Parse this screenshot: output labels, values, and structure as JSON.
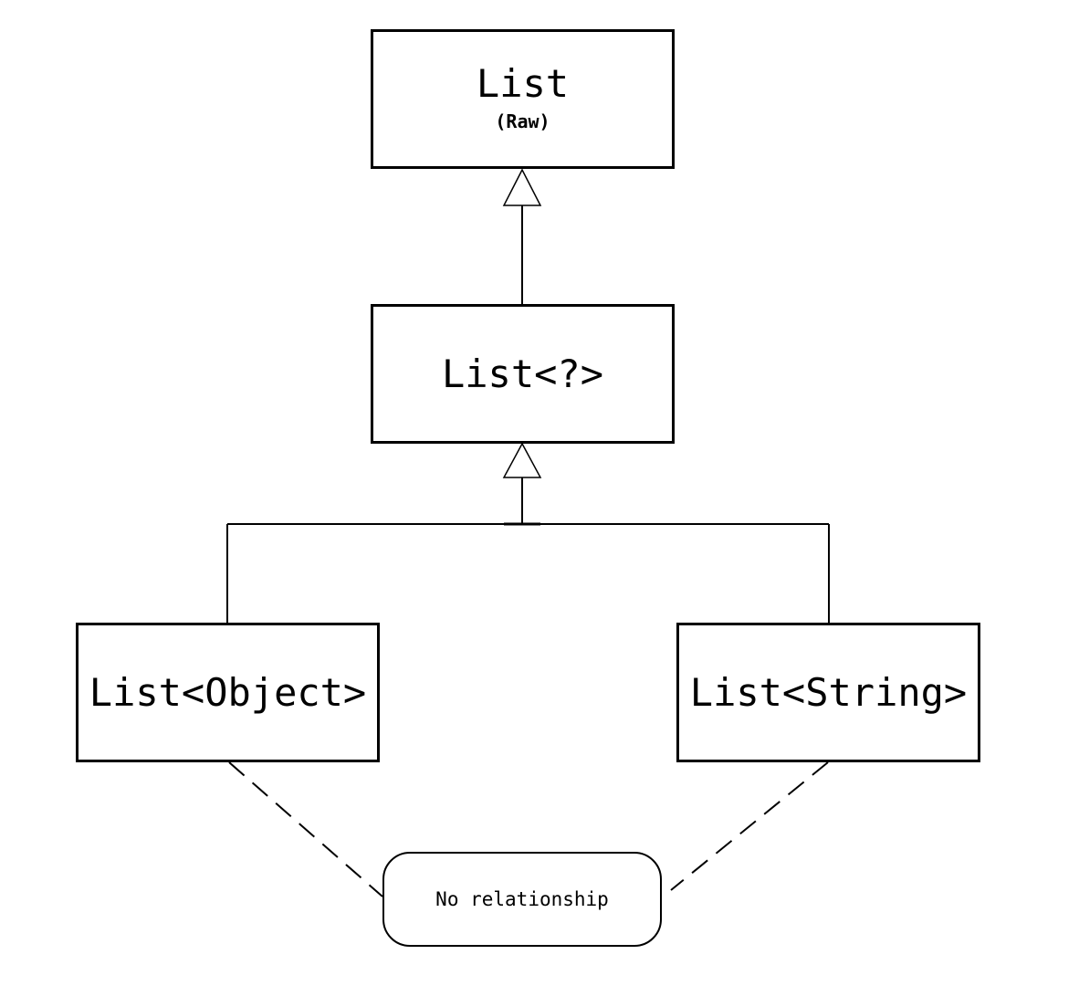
{
  "diagram": {
    "nodes": {
      "raw": {
        "label": "List",
        "sublabel": "(Raw)"
      },
      "wildcard": {
        "label": "List<?>"
      },
      "object": {
        "label": "List<Object>"
      },
      "string": {
        "label": "List<String>"
      }
    },
    "note": {
      "label": "No relationship"
    },
    "edges": [
      {
        "from": "wildcard",
        "to": "raw",
        "type": "generalization"
      },
      {
        "from": "object",
        "to": "wildcard",
        "type": "generalization"
      },
      {
        "from": "string",
        "to": "wildcard",
        "type": "generalization"
      },
      {
        "from": "object",
        "to": "note",
        "type": "dashed"
      },
      {
        "from": "string",
        "to": "note",
        "type": "dashed"
      }
    ]
  }
}
